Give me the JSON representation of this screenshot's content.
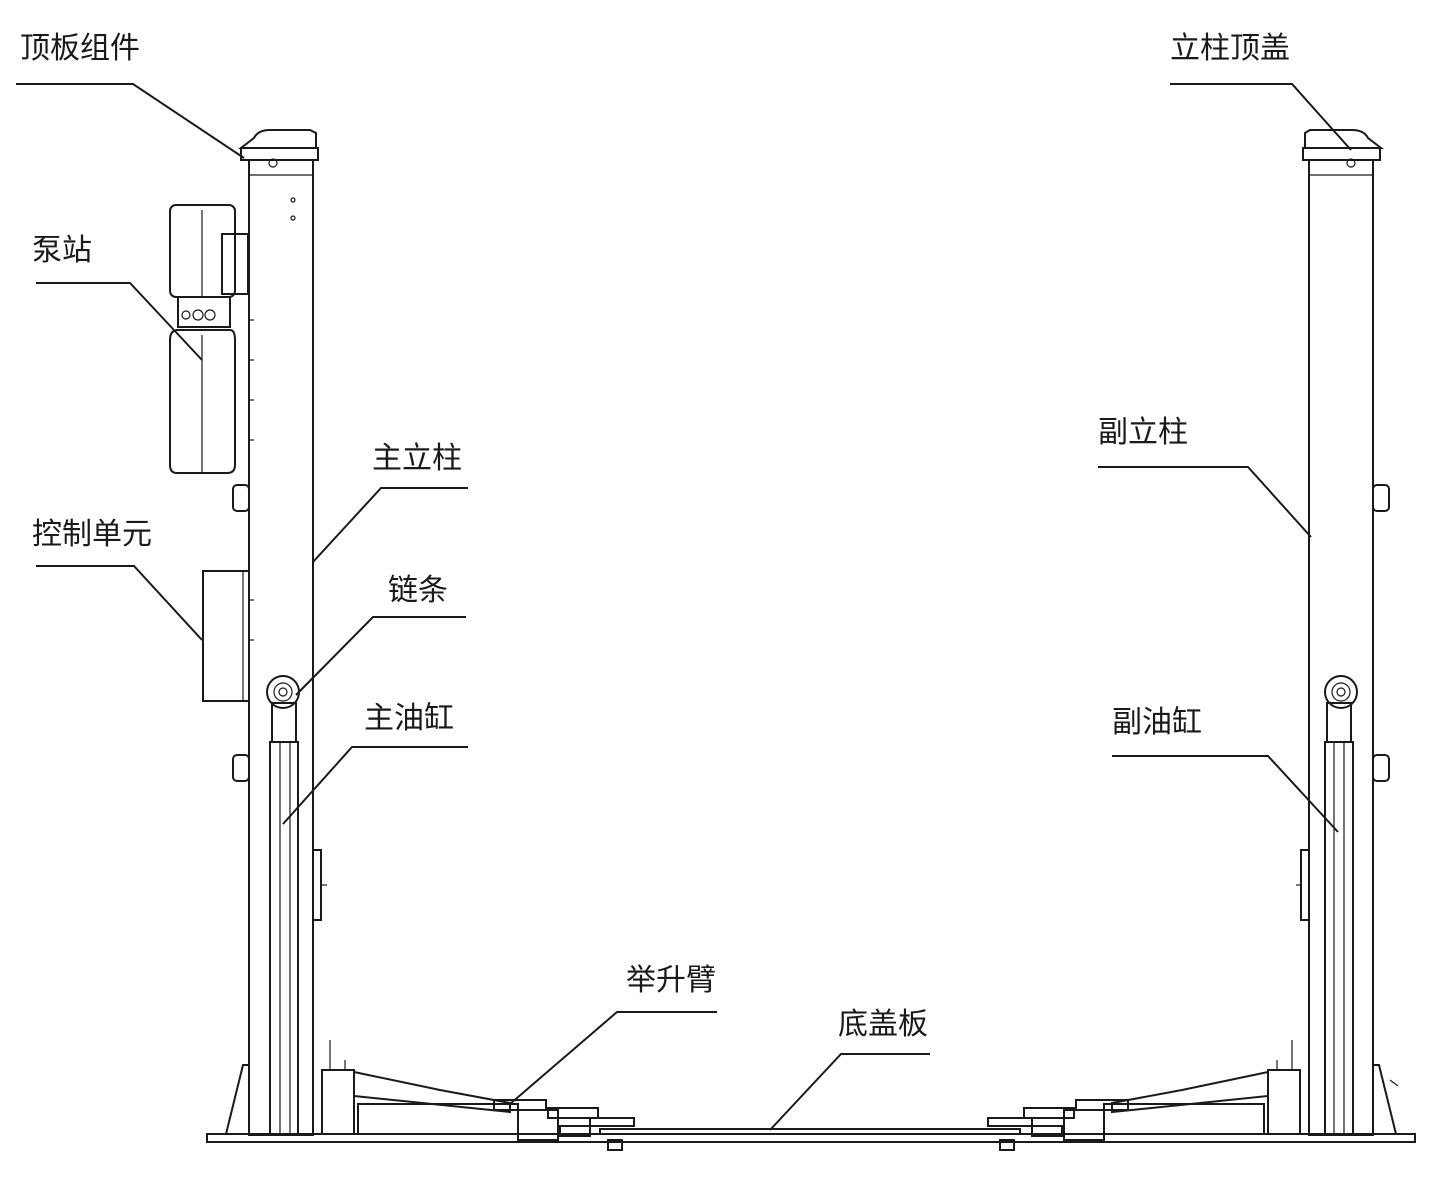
{
  "labels": {
    "top_plate_assembly": "顶板组件",
    "pump_station": "泵站",
    "control_unit": "控制单元",
    "main_column": "主立柱",
    "chain": "链条",
    "main_cylinder": "主油缸",
    "lift_arm": "举升臂",
    "base_cover": "底盖板",
    "column_top_cover": "立柱顶盖",
    "aux_column": "副立柱",
    "aux_cylinder": "副油缸"
  }
}
